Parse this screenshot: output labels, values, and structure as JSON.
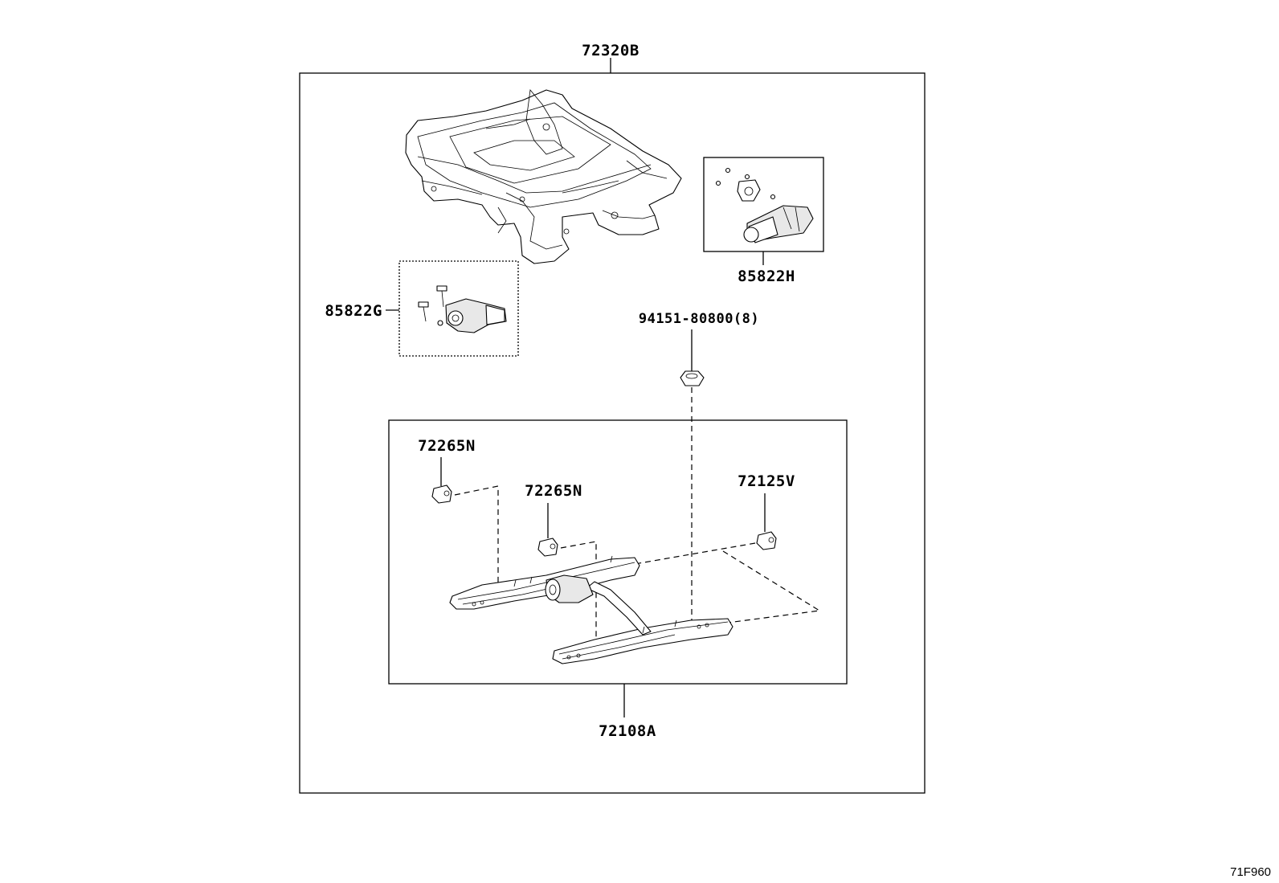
{
  "labels": {
    "frame_assembly": "72320B",
    "motor_right": "85822H",
    "motor_left": "85822G",
    "nut": "94151-80800(8)",
    "bracket_a": "72265N",
    "bracket_b": "72265N",
    "bracket_c": "72125V",
    "adjuster_assembly": "72108A"
  },
  "figure_code": "71F960"
}
